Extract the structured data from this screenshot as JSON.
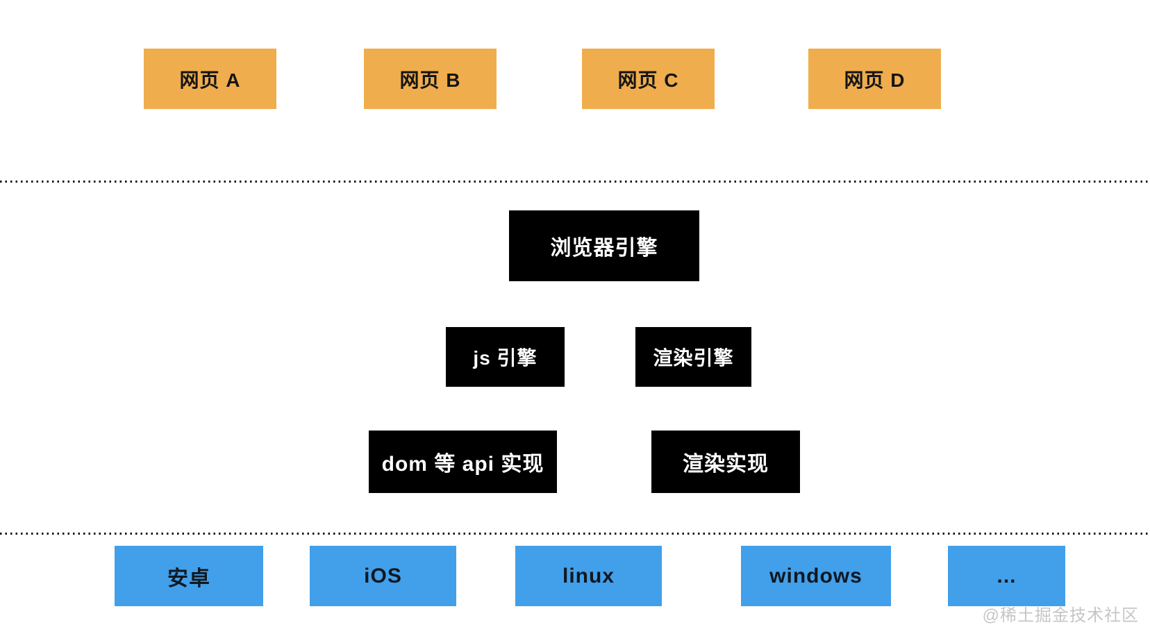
{
  "pages_layer": {
    "items": [
      {
        "label": "网页 A"
      },
      {
        "label": "网页 B"
      },
      {
        "label": "网页 C"
      },
      {
        "label": "网页 D"
      }
    ]
  },
  "engine_layer": {
    "browser_engine": "浏览器引擎",
    "js_engine": "js 引擎",
    "render_engine": "渲染引擎",
    "dom_api_impl": "dom 等 api 实现",
    "render_impl": "渲染实现"
  },
  "os_layer": {
    "items": [
      {
        "label": "安卓"
      },
      {
        "label": "iOS"
      },
      {
        "label": "linux"
      },
      {
        "label": "windows"
      },
      {
        "label": "..."
      }
    ]
  },
  "watermark": "@稀土掘金技术社区",
  "colors": {
    "page_box": "#EFAD4D",
    "page_text": "#151515",
    "engine_box": "#000000",
    "engine_text": "#FFFFFF",
    "os_box": "#429FEA",
    "os_text": "#101820",
    "watermark": "#C6C6C6"
  }
}
